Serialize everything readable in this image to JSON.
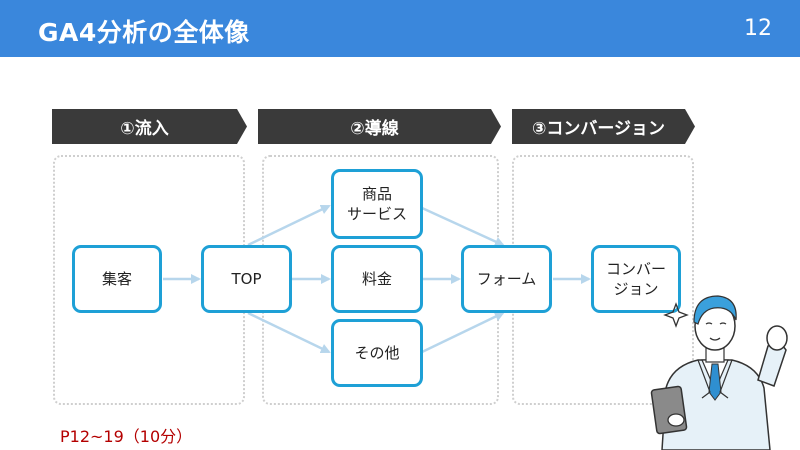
{
  "header": {
    "title": "GA4分析の全体像",
    "page_number": "12"
  },
  "phases": [
    {
      "label": "①流入"
    },
    {
      "label": "②導線"
    },
    {
      "label": "③コンバージョン"
    }
  ],
  "nodes": {
    "acquisition": "集客",
    "top": "TOP",
    "product_service": "商品\nサービス",
    "pricing": "料金",
    "other": "その他",
    "form": "フォーム",
    "conversion": "コンバー\nジョン"
  },
  "footnote": "P12~19（10分）",
  "colors": {
    "header_bg": "#3a87dc",
    "phase_bg": "#3a3a3a",
    "node_border": "#1ea0d6",
    "arrow": "#b7d6ec",
    "footnote": "#b40000"
  }
}
